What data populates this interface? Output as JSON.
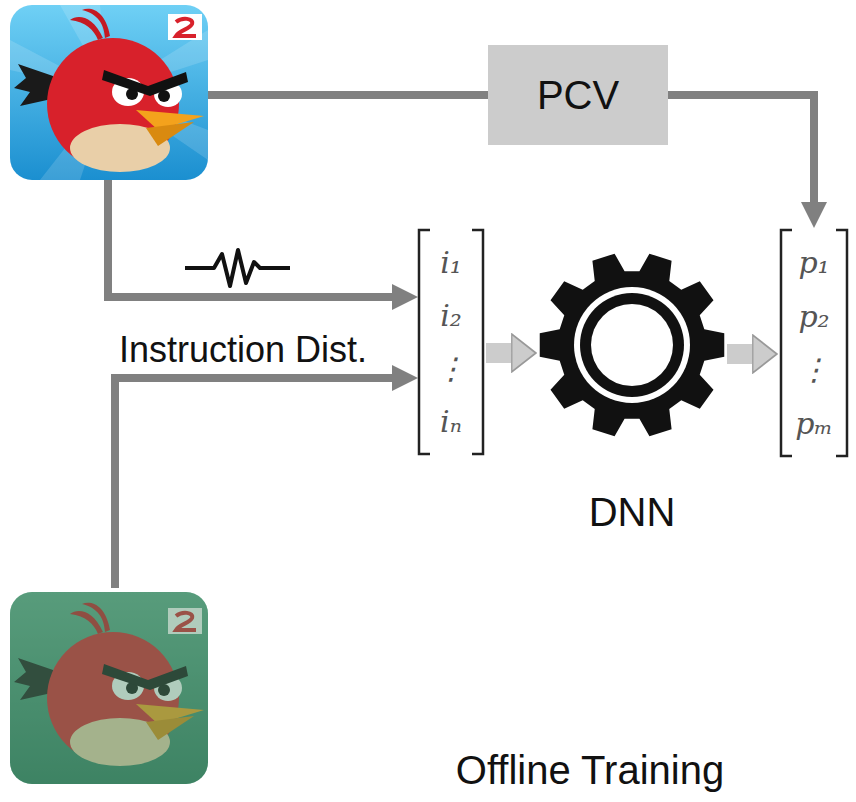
{
  "diagram": {
    "nodes": [
      {
        "text": [
          "PCV"
        ]
      },
      {
        "text": [
          "i₁",
          "i₂",
          "⋮",
          "iₙ"
        ]
      },
      {
        "text": [
          "DNN"
        ]
      },
      {
        "text": [
          "p₁",
          "p₂",
          "⋮",
          "pₘ"
        ]
      }
    ],
    "edges": [
      {
        "from": 0,
        "to": 3,
        "arrow": "to"
      },
      {
        "from": 1,
        "to": 2,
        "arrow": "to"
      },
      {
        "from": 2,
        "to": 3,
        "arrow": "to"
      }
    ],
    "labels": [
      "Instruction Dist.",
      "Offline Training"
    ]
  }
}
